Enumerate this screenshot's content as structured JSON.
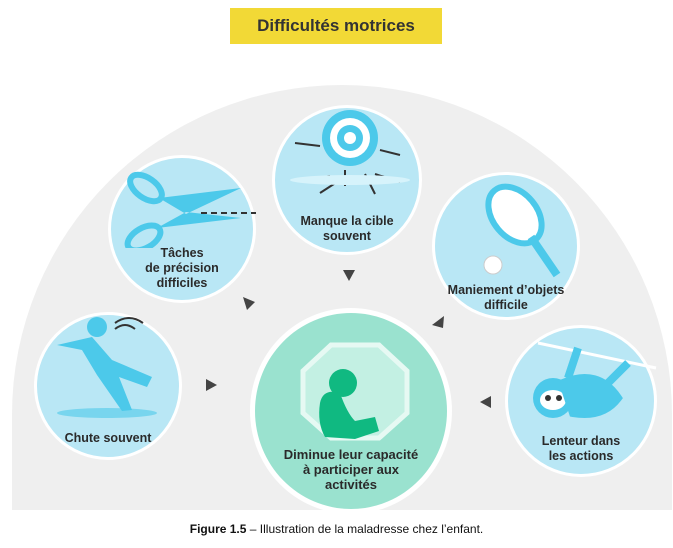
{
  "title": "Difficultés motrices",
  "nodes": {
    "target": "Manque la cible souvent",
    "precision": [
      "Tâches",
      "de précision",
      "difficiles"
    ],
    "objects": [
      "Maniement d’objets",
      "difficile"
    ],
    "fall": "Chute souvent",
    "slowness": [
      "Lenteur dans",
      "les actions"
    ],
    "center": [
      "Diminue leur capacité",
      "à participer aux",
      "activités"
    ]
  },
  "caption": {
    "label": "Figure 1.5",
    "text": " – Illustration de la maladresse chez l’enfant."
  },
  "colors": {
    "title_bg": "#f2d936",
    "node": "#b9e7f5",
    "center": "#9ae2cf",
    "icon": "#4cc9ea",
    "center_icon": "#10b981"
  }
}
